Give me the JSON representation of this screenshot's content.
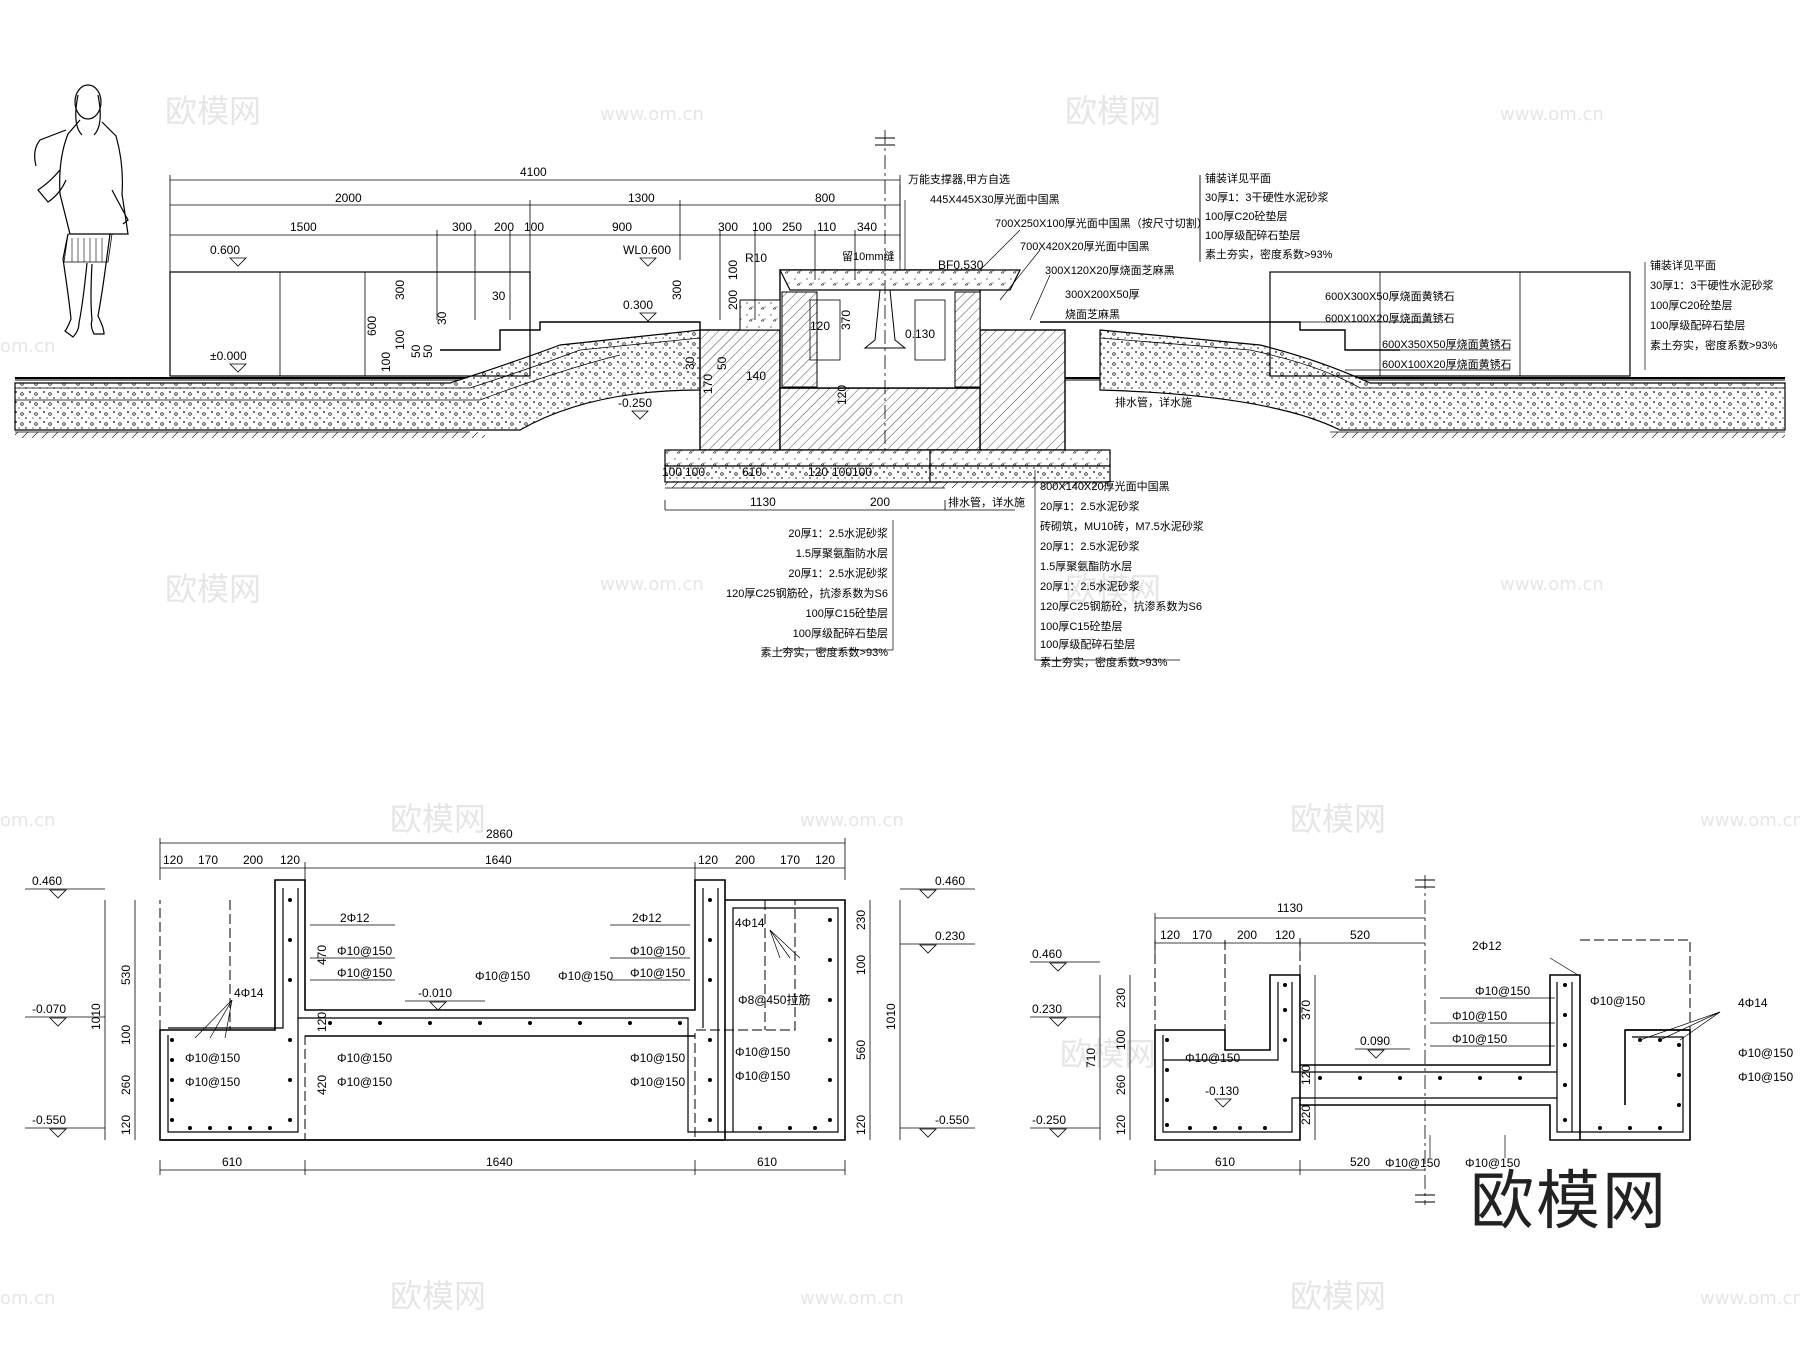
{
  "watermarks": {
    "logo_text": "欧模网",
    "site_text": "www.om.cn",
    "site_partial": "om.cn"
  },
  "brand_logo": "欧模网",
  "section": {
    "dims_top": {
      "total": "4100",
      "a": "2000",
      "b": "1300",
      "c": "800"
    },
    "dims_row2": [
      "1500",
      "300",
      "200",
      "100",
      "900",
      "300",
      "100",
      "250",
      "110",
      "340"
    ],
    "elevations": {
      "left_wall": "0.600",
      "ground": "±0.000",
      "wl": "WL0.600",
      "step": "0.300",
      "bf": "BF0.530",
      "inner": "0.130",
      "bottom": "-0.250"
    },
    "vertical_dims": [
      "600",
      "300",
      "100",
      "50",
      "50",
      "30",
      "300",
      "200",
      "100",
      "370",
      "120",
      "170",
      "50",
      "140",
      "120",
      "30",
      "30",
      "100"
    ],
    "radius": "R10",
    "gap_note": "留10mm缝",
    "bottom_dims": {
      "a": "100",
      "b": "100",
      "c": "610",
      "d": "120",
      "e": "100",
      "f": "100",
      "total": "1130",
      "g": "200"
    },
    "drain_note": "排水管，详水施",
    "drain_note2": "排水管，详水施",
    "top_notes": [
      "万能支撑器,甲方自选",
      "445X445X30厚光面中国黑",
      "700X250X100厚光面中国黑（按尺寸切割）",
      "700X420X20厚光面中国黑",
      "300X120X20厚烧面芝麻黑",
      "300X200X50厚",
      "烧面芝麻黑"
    ],
    "right_notes_a": [
      "铺装详见平面",
      "30厚1：3干硬性水泥砂浆",
      "100厚C20砼垫层",
      "100厚级配碎石垫层",
      "素土夯实，密度系数>93%"
    ],
    "right_notes_b": [
      "铺装详见平面",
      "30厚1：3干硬性水泥砂浆",
      "100厚C20砼垫层",
      "100厚级配碎石垫层",
      "素土夯实，密度系数>93%"
    ],
    "stone_notes": [
      "600X300X50厚烧面黄锈石",
      "600X100X20厚烧面黄锈石",
      "600X350X50厚烧面黄锈石",
      "600X100X20厚烧面黄锈石"
    ],
    "lower_left_notes": [
      "20厚1：2.5水泥砂浆",
      "1.5厚聚氨酯防水层",
      "20厚1：2.5水泥砂浆",
      "120厚C25钢筋砼，抗渗系数为S6",
      "100厚C15砼垫层",
      "100厚级配碎石垫层",
      "素土夯实，密度系数>93%"
    ],
    "lower_right_notes": [
      "800X140X20厚光面中国黑",
      "20厚1：2.5水泥砂浆",
      "砖砌筑，MU10砖，M7.5水泥砂浆",
      "20厚1：2.5水泥砂浆",
      "1.5厚聚氨酯防水层",
      "20厚1：2.5水泥砂浆",
      "120厚C25钢筋砼，抗渗系数为S6",
      "100厚C15砼垫层",
      "100厚级配碎石垫层",
      "素土夯实，密度系数>93%"
    ]
  },
  "plan_a": {
    "total": "2860",
    "top_dims": [
      "120",
      "170",
      "200",
      "120",
      "1640",
      "120",
      "200",
      "170",
      "120"
    ],
    "bottom_dims": [
      "610",
      "1640",
      "610"
    ],
    "left_v": [
      "530",
      "100",
      "260",
      "120"
    ],
    "left_total": "1010",
    "right_v": [
      "230",
      "100",
      "560",
      "120"
    ],
    "right_total": "1010",
    "inner_v": [
      "470",
      "120",
      "420"
    ],
    "elev_left": [
      "0.460",
      "-0.070",
      "-0.550"
    ],
    "elev_right": [
      "0.460",
      "0.230",
      "-0.550"
    ],
    "elev_mid": "-0.010",
    "rebar": [
      "2Φ12",
      "2Φ12",
      "4Φ14",
      "4Φ14",
      "Φ10@150",
      "Φ10@150",
      "Φ10@150",
      "Φ10@150",
      "Φ10@150",
      "Φ10@150",
      "Φ10@150",
      "Φ10@150",
      "Φ10@150",
      "Φ10@150",
      "Φ10@150",
      "Φ10@150",
      "Φ10@150",
      "Φ10@150"
    ],
    "tie": "Φ8@450拉筋"
  },
  "plan_b": {
    "total": "1130",
    "top_dims": [
      "120",
      "170",
      "200",
      "120",
      "520"
    ],
    "bottom_dims": [
      "610",
      "520"
    ],
    "left_v": [
      "230",
      "100",
      "260",
      "120"
    ],
    "left_total": "710",
    "inner_v": [
      "370",
      "120",
      "220"
    ],
    "elev": [
      "0.460",
      "0.230",
      "-0.250",
      "-0.130",
      "0.090"
    ],
    "rebar": [
      "2Φ12",
      "4Φ14",
      "Φ10@150",
      "Φ10@150",
      "Φ10@150",
      "Φ10@150",
      "Φ10@150",
      "Φ10@150",
      "Φ10@150",
      "Φ10@150",
      "Φ10@150"
    ]
  }
}
